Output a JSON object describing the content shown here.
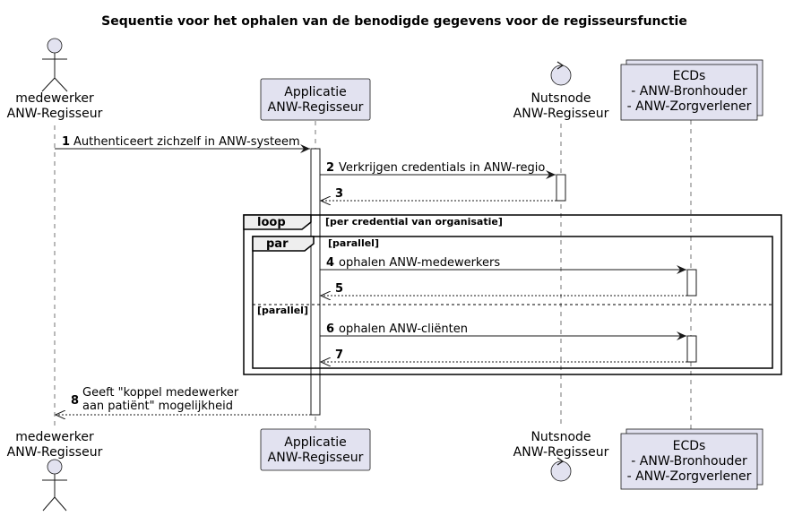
{
  "title": "Sequentie voor het ophalen van de benodigde gegevens voor de regisseursfunctie",
  "participants": {
    "medewerker": {
      "line1": "medewerker",
      "line2": "ANW-Regisseur"
    },
    "applicatie": {
      "line1": "Applicatie",
      "line2": "ANW-Regisseur"
    },
    "nutsnode": {
      "line1": "Nutsnode",
      "line2": "ANW-Regisseur"
    },
    "ecds": {
      "line1": "ECDs",
      "line2": "- ANW-Bronhouder",
      "line3": "- ANW-Zorgverlener"
    }
  },
  "fragments": {
    "loop": {
      "keyword": "loop",
      "guard": "[per credential van organisatie]"
    },
    "par": {
      "keyword": "par",
      "guard": "[parallel]",
      "else_guard": "[parallel]"
    }
  },
  "messages": [
    {
      "num": "1",
      "text": "Authenticeert zichzelf in ANW-systeem"
    },
    {
      "num": "2",
      "text": "Verkrijgen credentials in ANW-regio"
    },
    {
      "num": "3",
      "text": ""
    },
    {
      "num": "4",
      "text": "ophalen ANW-medewerkers"
    },
    {
      "num": "5",
      "text": ""
    },
    {
      "num": "6",
      "text": "ophalen ANW-cliënten"
    },
    {
      "num": "7",
      "text": ""
    },
    {
      "num": "8",
      "text": "Geeft \"koppel medewerker",
      "text2": "aan patiënt\" mogelijkheid"
    }
  ]
}
